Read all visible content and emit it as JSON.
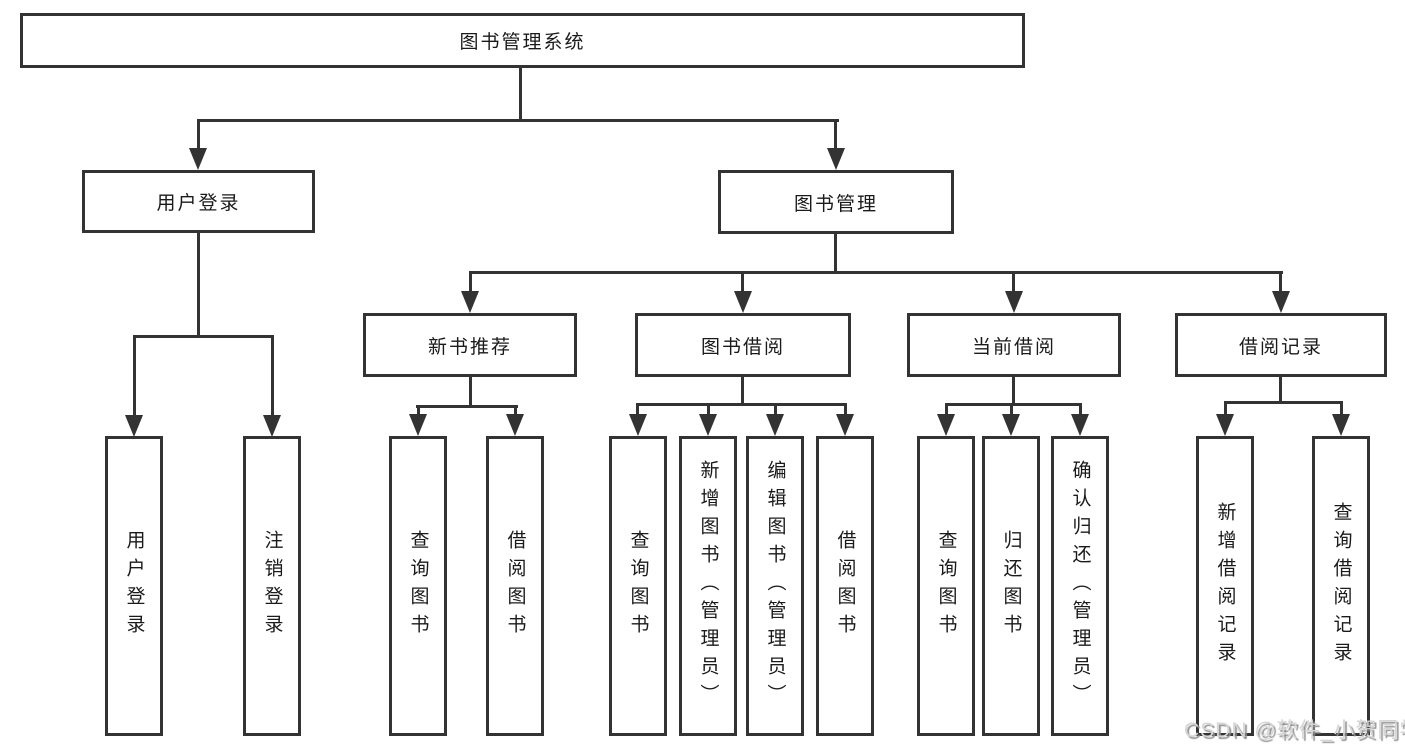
{
  "tree": {
    "label": "图书管理系统",
    "children": [
      {
        "label": "用户登录",
        "children": [
          {
            "label": "用户登录"
          },
          {
            "label": "注销登录"
          }
        ]
      },
      {
        "label": "图书管理",
        "children": [
          {
            "label": "新书推荐",
            "children": [
              {
                "label": "查询图书"
              },
              {
                "label": "借阅图书"
              }
            ]
          },
          {
            "label": "图书借阅",
            "children": [
              {
                "label": "查询图书"
              },
              {
                "label": "新增图书（管理员）"
              },
              {
                "label": "编辑图书（管理员）"
              },
              {
                "label": "借阅图书"
              }
            ]
          },
          {
            "label": "当前借阅",
            "children": [
              {
                "label": "查询图书"
              },
              {
                "label": "归还图书"
              },
              {
                "label": "确认归还（管理员）"
              }
            ]
          },
          {
            "label": "借阅记录",
            "children": [
              {
                "label": "新增借阅记录"
              },
              {
                "label": "查询借阅记录"
              }
            ]
          }
        ]
      }
    ]
  },
  "watermark": {
    "text": "CSDN @软件_小贺同学"
  },
  "colors": {
    "line": "#333333",
    "text": "#1a1a1a",
    "background": "#ffffff",
    "watermark": "#d6d6d6"
  }
}
